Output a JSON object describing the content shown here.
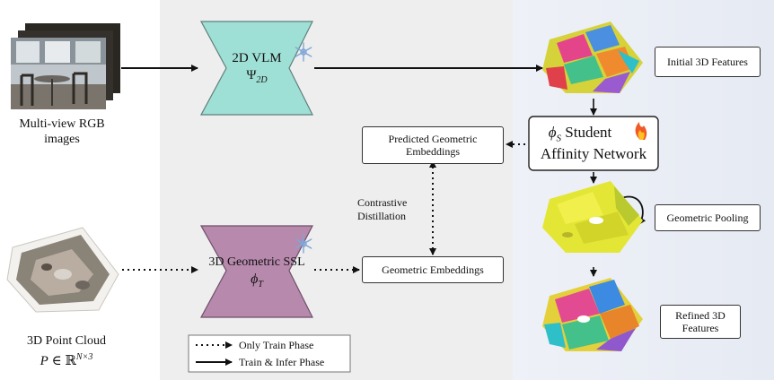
{
  "inputs": {
    "rgb_label": "Multi-view RGB images",
    "pointcloud_label": "3D Point Cloud",
    "pointcloud_math": "P ∈ ℝN×3"
  },
  "vlm": {
    "title": "2D VLM",
    "symbol": "Ψ2D",
    "color": "#9fe0d6"
  },
  "ssl": {
    "title": "3D Geometric SSL",
    "symbol": "ϕT",
    "color": "#b789ad"
  },
  "embeddings": {
    "predicted": "Predicted Geometric Embeddings",
    "geometric": "Geometric Embeddings",
    "contrastive": "Contrastive Distillation"
  },
  "student": {
    "symbol": "ϕS",
    "line1": "Student",
    "line2": "Affinity Network"
  },
  "outputs": {
    "initial": "Initial 3D Features",
    "pooling": "Geometric Pooling",
    "refined": "Refined 3D Features"
  },
  "legend": {
    "train_only": "Only Train Phase",
    "train_infer": "Train & Infer Phase"
  },
  "icons": {
    "frozen": "snowflake-icon",
    "trainable": "flame-icon"
  }
}
